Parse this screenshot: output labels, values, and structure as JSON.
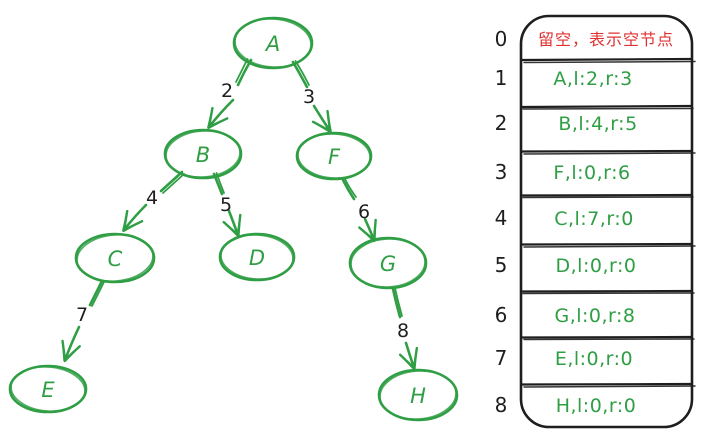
{
  "colors": {
    "green": "#2f9e44",
    "red": "#e03131",
    "ink": "#1e1e1e"
  },
  "tree": {
    "nodes": [
      {
        "id": "A",
        "label": "A"
      },
      {
        "id": "B",
        "label": "B"
      },
      {
        "id": "F",
        "label": "F"
      },
      {
        "id": "C",
        "label": "C"
      },
      {
        "id": "D",
        "label": "D"
      },
      {
        "id": "G",
        "label": "G"
      },
      {
        "id": "E",
        "label": "E"
      },
      {
        "id": "H",
        "label": "H"
      }
    ],
    "edges": [
      {
        "from": "A",
        "to": "B",
        "label": "2"
      },
      {
        "from": "A",
        "to": "F",
        "label": "3"
      },
      {
        "from": "B",
        "to": "C",
        "label": "4"
      },
      {
        "from": "B",
        "to": "D",
        "label": "5"
      },
      {
        "from": "F",
        "to": "G",
        "label": "6"
      },
      {
        "from": "C",
        "to": "E",
        "label": "7"
      },
      {
        "from": "G",
        "to": "H",
        "label": "8"
      }
    ]
  },
  "table": {
    "rows": [
      {
        "index": "0",
        "text": "留空，表示空节点"
      },
      {
        "index": "1",
        "text": "A,l:2,r:3"
      },
      {
        "index": "2",
        "text": "B,l:4,r:5"
      },
      {
        "index": "3",
        "text": "F,l:0,r:6"
      },
      {
        "index": "4",
        "text": "C,l:7,r:0"
      },
      {
        "index": "5",
        "text": "D,l:0,r:0"
      },
      {
        "index": "6",
        "text": "G,l:0,r:8"
      },
      {
        "index": "7",
        "text": "E,l:0,r:0"
      },
      {
        "index": "8",
        "text": "H,l:0,r:0"
      }
    ]
  }
}
